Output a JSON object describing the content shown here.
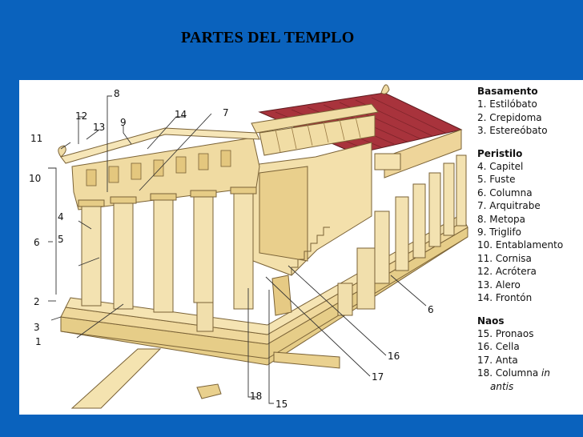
{
  "title": "PARTES DEL TEMPLO",
  "legend": {
    "basamento": {
      "heading": "Basamento",
      "items": [
        "1. Estilóbato",
        "2. Crepidoma",
        "3. Estereóbato"
      ]
    },
    "peristilo": {
      "heading": "Peristilo",
      "items": [
        "4. Capitel",
        "5. Fuste",
        "6. Columna",
        "7. Arquitrabe",
        "8. Metopa",
        "9. Triglifo",
        "10. Entablamento",
        "11. Cornisa",
        "12. Acrótera",
        "13. Alero",
        "14. Frontón"
      ]
    },
    "naos": {
      "heading": "Naos",
      "items": [
        "15. Pronaos",
        "16. Cella",
        "17. Anta"
      ],
      "item18_prefix": "18. Columna ",
      "item18_italic_1": "in",
      "item18_italic_2": "antis"
    }
  },
  "callouts": {
    "n1": "1",
    "n2": "2",
    "n3": "3",
    "n4": "4",
    "n5": "5",
    "n6a": "6",
    "n6b": "6",
    "n7": "7",
    "n8": "8",
    "n9": "9",
    "n10": "10",
    "n11": "11",
    "n12": "12",
    "n13": "13",
    "n14": "14",
    "n15": "15",
    "n16": "16",
    "n17": "17",
    "n18": "18"
  },
  "colors": {
    "background": "#0a62bd",
    "stone_light": "#f6e7b6",
    "stone_mid": "#e8cf8a",
    "stone_dark": "#c9a55b",
    "roof": "#a8333c"
  }
}
